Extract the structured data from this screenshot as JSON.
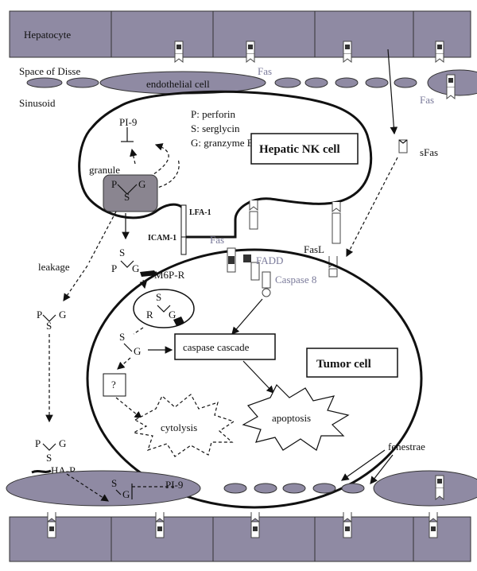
{
  "labels": {
    "hepatocyte": "Hepatocyte",
    "space_of_disse": "Space of Disse",
    "endothelial_cell": "endothelial cell",
    "fas_top": "Fas",
    "fas_right": "Fas",
    "sinusoid": "Sinusoid",
    "pi9_top": "PI-9",
    "granule": "granule",
    "legend_p": "P: perforin",
    "legend_s": "S: serglycin",
    "legend_g": "G: granzyme B",
    "hepatic_nk_cell": "Hepatic NK cell",
    "sfas": "sFas",
    "lfa1": "LFA-1",
    "icam1": "ICAM-1",
    "fas_mid": "Fas",
    "fadd": "FADD",
    "caspase8": "Caspase 8",
    "fasl": "FasL",
    "m6pr": "M6P-R",
    "leakage": "leakage",
    "caspase_cascade": "caspase cascade",
    "tumor_cell": "Tumor cell",
    "question": "?",
    "cytolysis": "cytolysis",
    "apoptosis": "apoptosis",
    "ha_r": "HA-R",
    "pi9_bottom": "PI-9",
    "fenestrae": "fenestrae",
    "p": "P",
    "s": "S",
    "g": "G",
    "r": "R"
  },
  "colors": {
    "membrane": "#8f8aa3",
    "granule_fill": "#8a8590",
    "fas_receptor_grey": "#7a7a9a"
  }
}
